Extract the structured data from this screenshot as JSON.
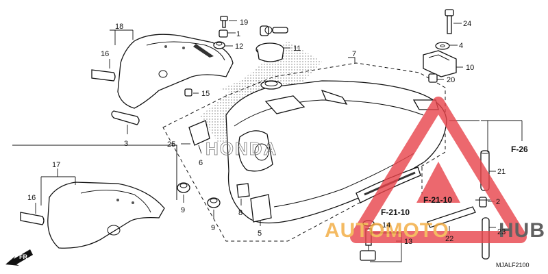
{
  "diagram": {
    "callouts": [
      {
        "id": "c1",
        "label": "1"
      },
      {
        "id": "c2",
        "label": "2"
      },
      {
        "id": "c3",
        "label": "3"
      },
      {
        "id": "c4",
        "label": "4"
      },
      {
        "id": "c5",
        "label": "5"
      },
      {
        "id": "c6",
        "label": "6"
      },
      {
        "id": "c7",
        "label": "7"
      },
      {
        "id": "c8",
        "label": "8"
      },
      {
        "id": "c9a",
        "label": "9"
      },
      {
        "id": "c9b",
        "label": "9"
      },
      {
        "id": "c10",
        "label": "10"
      },
      {
        "id": "c11",
        "label": "11"
      },
      {
        "id": "c12",
        "label": "12"
      },
      {
        "id": "c13",
        "label": "13"
      },
      {
        "id": "c14",
        "label": "14"
      },
      {
        "id": "c15",
        "label": "15"
      },
      {
        "id": "c16a",
        "label": "16"
      },
      {
        "id": "c16b",
        "label": "16"
      },
      {
        "id": "c17",
        "label": "17"
      },
      {
        "id": "c18",
        "label": "18"
      },
      {
        "id": "c19",
        "label": "19"
      },
      {
        "id": "c20",
        "label": "20"
      },
      {
        "id": "c21",
        "label": "21"
      },
      {
        "id": "c22",
        "label": "22"
      },
      {
        "id": "c23",
        "label": "23"
      },
      {
        "id": "c24",
        "label": "24"
      },
      {
        "id": "c25",
        "label": "25"
      }
    ],
    "references": [
      {
        "id": "r1",
        "label": "F-26"
      },
      {
        "id": "r2",
        "label": "F-21-10"
      },
      {
        "id": "r3",
        "label": "F-21-10"
      }
    ],
    "front_arrow": "FR.",
    "diagram_code": "MJALF2100",
    "tank_lettering": "HONDA",
    "watermark": {
      "prefix": "AUTOMOTO",
      "suffix": "HUB",
      "prefix_color": "#f2a93b",
      "suffix_color": "#3a3a3a",
      "triangle_color": "#e8434a"
    }
  }
}
